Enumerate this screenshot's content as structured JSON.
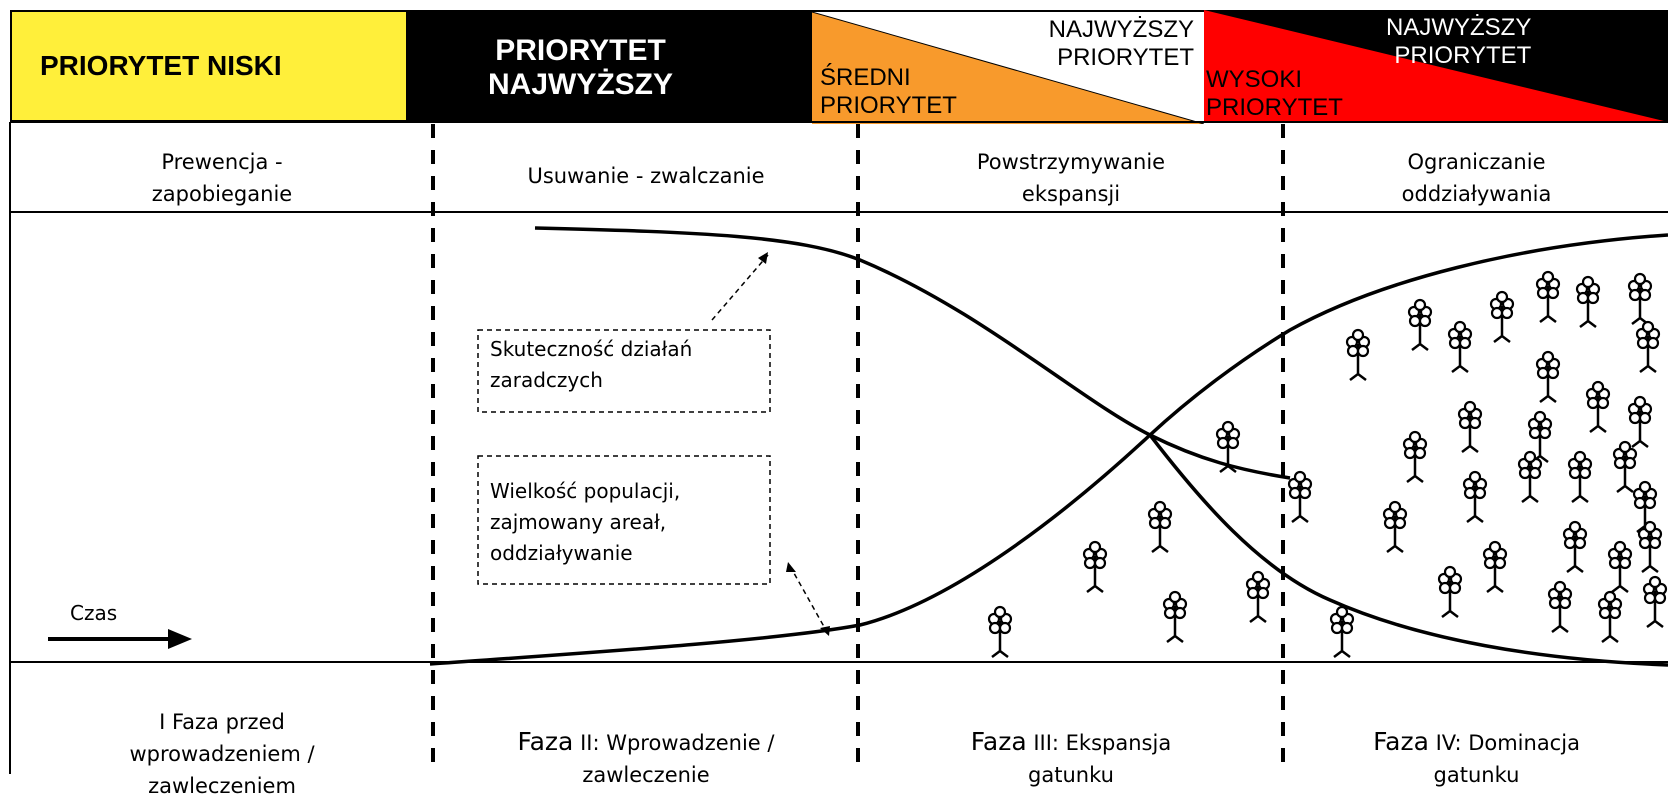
{
  "headers": {
    "low": "PRIORYTET NISKI",
    "highest": "PRIORYTET\nNAJWYŻSZY",
    "medium_top": "NAJWYŻSZY\nPRIORYTET",
    "medium_bottom": "ŚREDNI\nPRIORYTET",
    "high_top": "NAJWYŻSZY\nPRIORYTET",
    "high_bottom": "WYSOKI\nPRIORYTET"
  },
  "actions": [
    "Prewencja -\nzapobieganie",
    "Usuwanie - zwalczanie",
    "Powstrzymywanie\nekspansji",
    "Ograniczanie\noddziaływania"
  ],
  "annotations": {
    "effectiveness": "Skuteczność działań\nzaradczych",
    "population": "Wielkość populacji,\nzajmowany areał,\noddziaływanie",
    "time": "Czas"
  },
  "phases": [
    {
      "prefix": "",
      "text": "I  Faza przed\nwprowadzeniem /\nzawleczeniem"
    },
    {
      "prefix": "Faza",
      "text": " II: Wprowadzenie /\nzawleczenie"
    },
    {
      "prefix": "Faza",
      "text": " III:  Ekspansja\ngatunku"
    },
    {
      "prefix": "Faza",
      "text": " IV:  Dominacja\ngatunku"
    }
  ],
  "colors": {
    "low": "#ffef3a",
    "highest": "#000000",
    "medium": "#f89a2c",
    "high": "#ff0000",
    "line": "#000000"
  },
  "icons": {
    "plant": "plant-icon",
    "arrow": "arrow-right-icon"
  }
}
